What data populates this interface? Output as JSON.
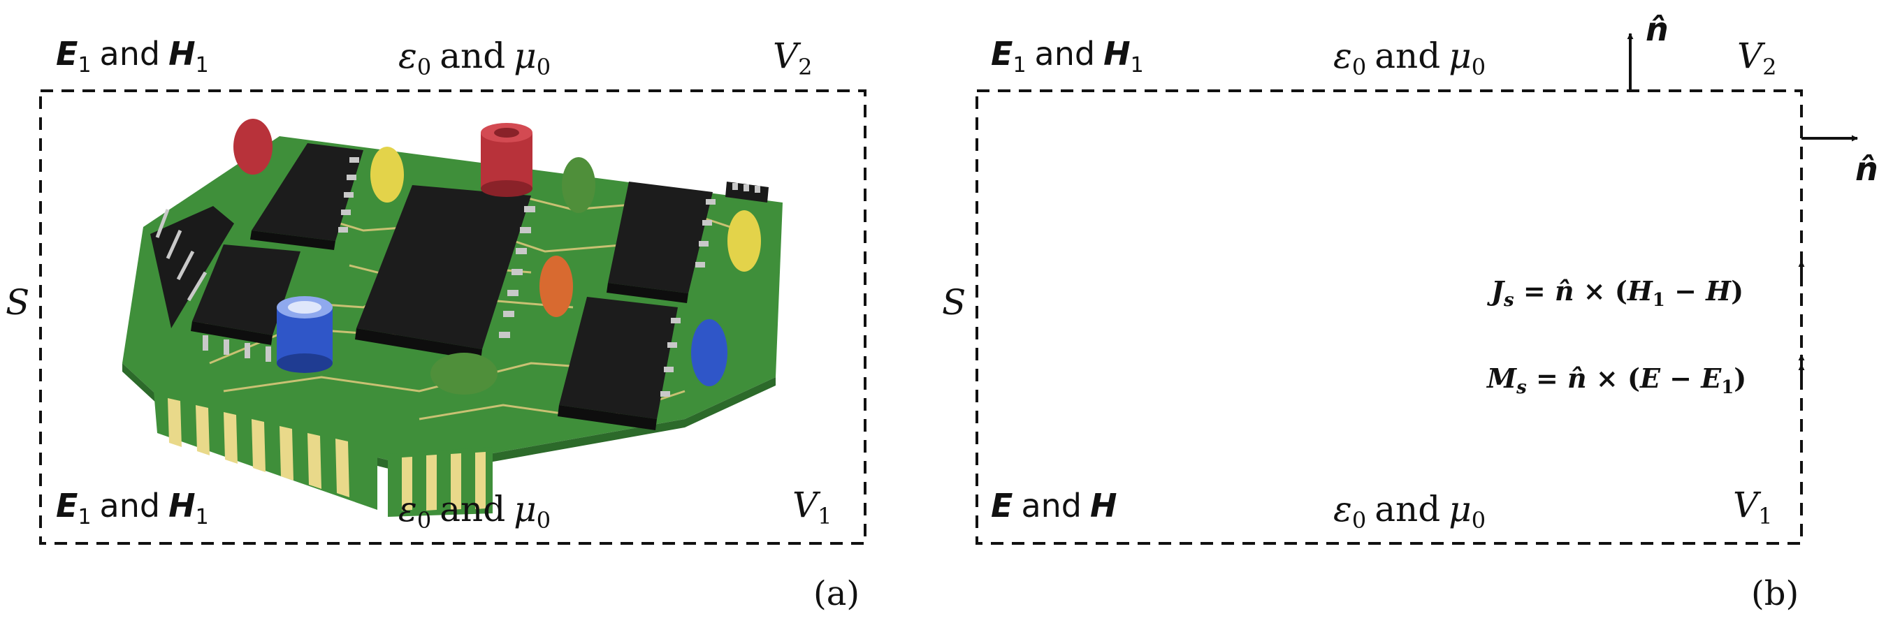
{
  "panel_a": {
    "top_left_field": {
      "var1": "E",
      "sub1": "1",
      "conj": "and",
      "var2": "H",
      "sub2": "1"
    },
    "top_medium": {
      "eps": "ε",
      "eps_sub": "0",
      "conj": "and",
      "mu": "μ",
      "mu_sub": "0"
    },
    "top_region": {
      "var": "V",
      "sub": "2"
    },
    "surface_label": "S",
    "bottom_left_field": {
      "var1": "E",
      "sub1": "1",
      "conj": "and",
      "var2": "H",
      "sub2": "1"
    },
    "bottom_medium": {
      "eps": "ε",
      "eps_sub": "0",
      "conj": "and",
      "mu": "μ",
      "mu_sub": "0"
    },
    "bottom_region": {
      "var": "V",
      "sub": "1"
    },
    "panel_label": "(a)"
  },
  "panel_b": {
    "top_left_field": {
      "var1": "E",
      "sub1": "1",
      "conj": "and",
      "var2": "H",
      "sub2": "1"
    },
    "top_medium": {
      "eps": "ε",
      "eps_sub": "0",
      "conj": "and",
      "mu": "μ",
      "mu_sub": "0"
    },
    "normal_top": "n̂",
    "top_region": {
      "var": "V",
      "sub": "2"
    },
    "normal_right": "n̂",
    "surface_label": "S",
    "js_eq": {
      "lhs": "J",
      "lhs_sub": "s",
      "rhs_pre": " = ",
      "n": "n̂",
      "op": " × (",
      "a": "H",
      "a_sub": "1",
      "minus": " − ",
      "b": "H",
      "close": ")"
    },
    "ms_eq": {
      "lhs": "M",
      "lhs_sub": "s",
      "rhs_pre": " = ",
      "n": "n̂",
      "op": " × (",
      "a": "E",
      "minus": " − ",
      "b": "E",
      "b_sub": "1",
      "close": ")"
    },
    "bottom_left_field": {
      "var1": "E",
      "conj": "and",
      "var2": "H"
    },
    "bottom_medium": {
      "eps": "ε",
      "eps_sub": "0",
      "conj": "and",
      "mu": "μ",
      "mu_sub": "0"
    },
    "bottom_region": {
      "var": "V",
      "sub": "1"
    },
    "panel_label": "(b)"
  },
  "colors": {
    "board": "#3f8f3a",
    "board_dark": "#2c6a2a",
    "trace": "#d9c77a",
    "chip": "#1c1c1c",
    "pin": "#c9c9c9",
    "cap_red": "#b8323a",
    "cap_yellow": "#e3d34a",
    "cap_green": "#4f8f3a",
    "cap_orange": "#d86a30",
    "cap_blue": "#2f56c8",
    "gold": "#e9d98a"
  }
}
